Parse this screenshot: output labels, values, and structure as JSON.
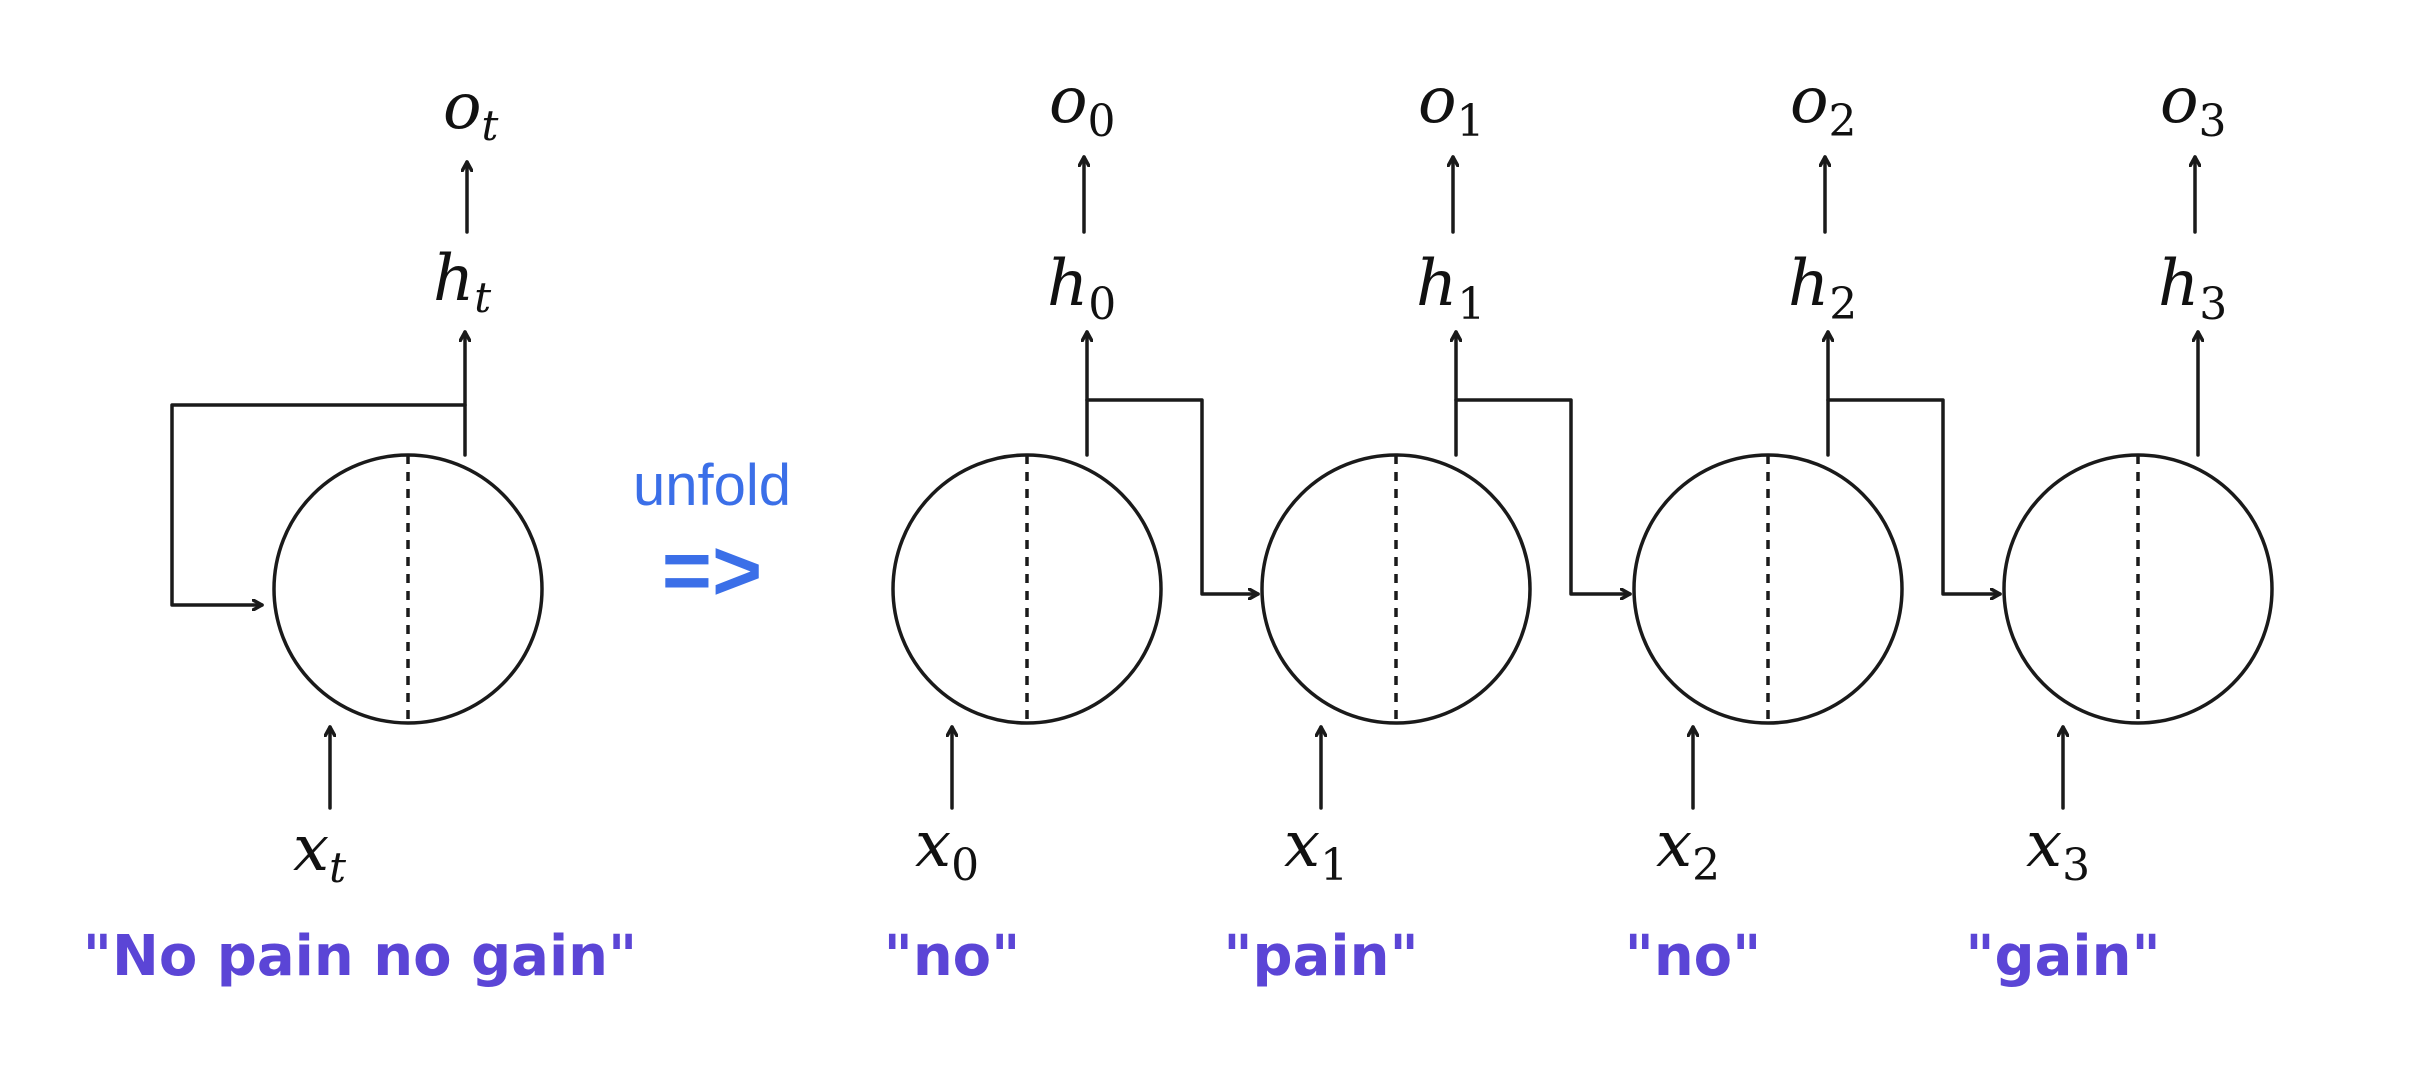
{
  "colors": {
    "line": "#1a1a1a",
    "unfold": "#3b6fe8",
    "words": "#5b45d6"
  },
  "folded": {
    "output_label": {
      "base": "o",
      "sub": "t"
    },
    "hidden_label": {
      "base": "h",
      "sub": "t"
    },
    "input_label": {
      "base": "x",
      "sub": "t"
    },
    "sentence": "\"No pain no gain\""
  },
  "unfold": {
    "label": "unfold",
    "arrow": "=>"
  },
  "steps": [
    {
      "output": {
        "base": "o",
        "sub": "0"
      },
      "hidden": {
        "base": "h",
        "sub": "0"
      },
      "input": {
        "base": "x",
        "sub": "0"
      },
      "word": "\"no\""
    },
    {
      "output": {
        "base": "o",
        "sub": "1"
      },
      "hidden": {
        "base": "h",
        "sub": "1"
      },
      "input": {
        "base": "x",
        "sub": "1"
      },
      "word": "\"pain\""
    },
    {
      "output": {
        "base": "o",
        "sub": "2"
      },
      "hidden": {
        "base": "h",
        "sub": "2"
      },
      "input": {
        "base": "x",
        "sub": "2"
      },
      "word": "\"no\""
    },
    {
      "output": {
        "base": "o",
        "sub": "3"
      },
      "hidden": {
        "base": "h",
        "sub": "3"
      },
      "input": {
        "base": "x",
        "sub": "3"
      },
      "word": "\"gain\""
    }
  ]
}
